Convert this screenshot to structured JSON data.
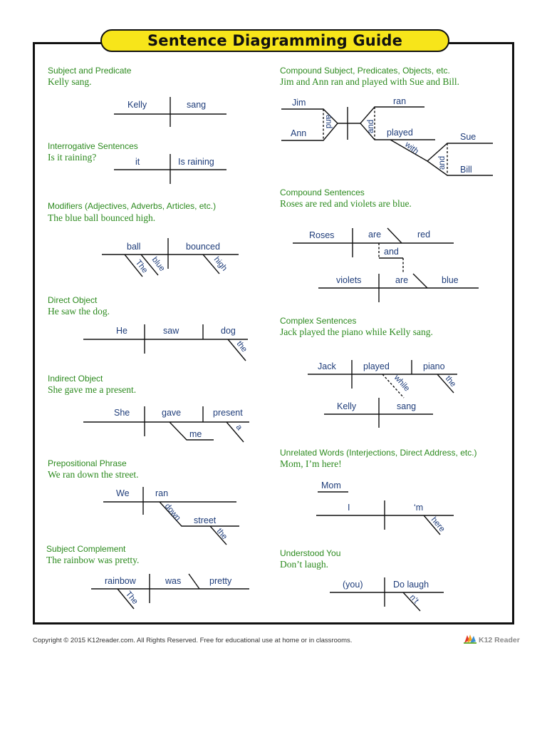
{
  "title": "Sentence Diagramming Guide",
  "colors": {
    "title_bg": "#f7e51a",
    "heading_green": "#2c8a1e",
    "word_blue": "#1f3d7a"
  },
  "sections": {
    "subject_predicate": {
      "title": "Subject and Predicate",
      "example": "Kelly sang.",
      "words": [
        "Kelly",
        "sang"
      ]
    },
    "interrogative": {
      "title": "Interrogative Sentences",
      "example": "Is it raining?",
      "words": [
        "it",
        "Is raining"
      ]
    },
    "modifiers": {
      "title": "Modifiers (Adjectives, Adverbs, Articles, etc.)",
      "example": "The blue ball bounced high.",
      "words": [
        "ball",
        "bounced",
        "The",
        "blue",
        "high"
      ]
    },
    "direct_object": {
      "title": "Direct Object",
      "example": "He saw the dog.",
      "words": [
        "He",
        "saw",
        "dog",
        "the"
      ]
    },
    "indirect_object": {
      "title": "Indirect Object",
      "example": "She gave me a present.",
      "words": [
        "She",
        "gave",
        "present",
        "me",
        "a"
      ]
    },
    "prepositional_phrase": {
      "title": "Prepositional Phrase",
      "example": "We ran down the street.",
      "words": [
        "We",
        "ran",
        "down",
        "street",
        "the"
      ]
    },
    "subject_complement": {
      "title": "Subject Complement",
      "example": "The rainbow was pretty.",
      "words": [
        "rainbow",
        "was",
        "pretty",
        "The"
      ]
    },
    "compound": {
      "title": "Compound Subject, Predicates, Objects, etc.",
      "example": "Jim and Ann ran and played with Sue and Bill.",
      "words": [
        "Jim",
        "Ann",
        "and",
        "ran",
        "played",
        "and",
        "with",
        "Sue",
        "Bill",
        "and"
      ]
    },
    "compound_sentences": {
      "title": "Compound Sentences",
      "example": "Roses are red and violets are blue.",
      "words": [
        "Roses",
        "are",
        "red",
        "and",
        "violets",
        "are",
        "blue"
      ]
    },
    "complex_sentences": {
      "title": "Complex Sentences",
      "example": "Jack played the piano while Kelly sang.",
      "words": [
        "Jack",
        "played",
        "piano",
        "the",
        "while",
        "Kelly",
        "sang"
      ]
    },
    "unrelated_words": {
      "title": "Unrelated Words (Interjections, Direct Address, etc.)",
      "example": "Mom, I’m here!",
      "words": [
        "Mom",
        "I",
        "‘m",
        "here"
      ]
    },
    "understood_you": {
      "title": "Understood You",
      "example": "Don’t laugh.",
      "words": [
        "(you)",
        "Do laugh",
        "n’t"
      ]
    }
  },
  "footer": {
    "copyright": "Copyright © 2015  K12reader.com. All Rights Reserved. Free for educational use at home or in classrooms.",
    "logo_text": "K12 Reader",
    "logo_icon": "k12-reader-logo-icon"
  }
}
